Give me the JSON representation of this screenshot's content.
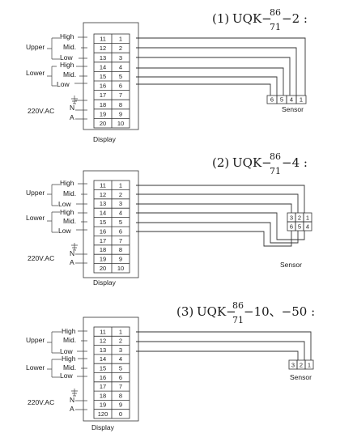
{
  "connector": {
    "display_label": "Display",
    "sensor_label": "Sensor"
  },
  "labels": {
    "upper": "Upper",
    "lower": "Lower",
    "high": "High",
    "mid": "Mid.",
    "low": "Low",
    "ac": "220V.AC",
    "n": "N",
    "a": "A"
  },
  "diagrams": [
    {
      "number": "(1)",
      "model_prefix": "UQK−",
      "frac_top": "86",
      "frac_bottom": "71",
      "suffix": "−2  :",
      "terminal_pairs": [
        [
          "11",
          "1"
        ],
        [
          "12",
          "2"
        ],
        [
          "13",
          "3"
        ],
        [
          "14",
          "4"
        ],
        [
          "15",
          "5"
        ],
        [
          "16",
          "6"
        ],
        [
          "17",
          "7"
        ],
        [
          "18",
          "8"
        ],
        [
          "19",
          "9"
        ],
        [
          "20",
          "10"
        ]
      ],
      "sensor_rows": [
        [
          "6",
          "5",
          "4",
          "1"
        ]
      ]
    },
    {
      "number": "(2)",
      "model_prefix": "UQK−",
      "frac_top": "86",
      "frac_bottom": "71",
      "suffix": "−4  :",
      "terminal_pairs": [
        [
          "11",
          "1"
        ],
        [
          "12",
          "2"
        ],
        [
          "13",
          "3"
        ],
        [
          "14",
          "4"
        ],
        [
          "15",
          "5"
        ],
        [
          "16",
          "6"
        ],
        [
          "17",
          "7"
        ],
        [
          "18",
          "8"
        ],
        [
          "19",
          "9"
        ],
        [
          "20",
          "10"
        ]
      ],
      "sensor_rows": [
        [
          "3",
          "2",
          "1"
        ],
        [
          "6",
          "5",
          "4"
        ]
      ]
    },
    {
      "number": "(3)",
      "model_prefix": "UQK−",
      "frac_top": "86",
      "frac_bottom": "71",
      "suffix": "−10、−50  :",
      "terminal_pairs": [
        [
          "11",
          "1"
        ],
        [
          "12",
          "2"
        ],
        [
          "13",
          "3"
        ],
        [
          "14",
          "4"
        ],
        [
          "15",
          "5"
        ],
        [
          "16",
          "6"
        ],
        [
          "17",
          "7"
        ],
        [
          "18",
          "8"
        ],
        [
          "19",
          "9"
        ],
        [
          "120",
          "0"
        ]
      ],
      "sensor_rows": [
        [
          "3",
          "2",
          "1"
        ]
      ]
    }
  ]
}
